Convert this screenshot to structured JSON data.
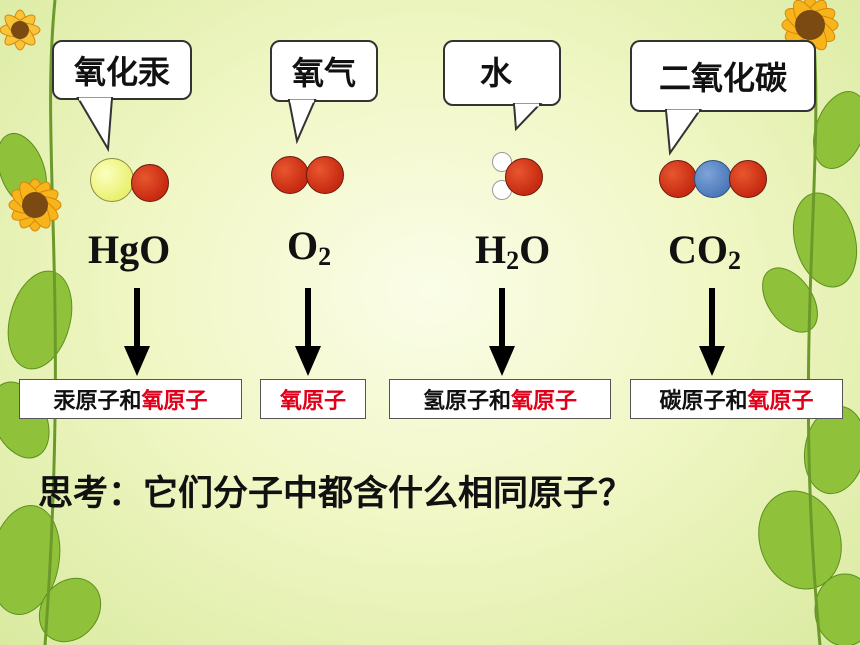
{
  "bubbles": [
    {
      "label": "氧化汞"
    },
    {
      "label": "氧气"
    },
    {
      "label": "水"
    },
    {
      "label": "二氧化碳"
    }
  ],
  "formulas": {
    "hgo": {
      "text": "HgO"
    },
    "o2": {
      "base": "O",
      "sub": "2"
    },
    "h2o": {
      "pre": "H",
      "sub": "2",
      "post": "O"
    },
    "co2": {
      "base": "CO",
      "sub": "2"
    }
  },
  "boxes": [
    {
      "black": "汞原子和",
      "red": "氧原子"
    },
    {
      "black": "",
      "red": "氧原子"
    },
    {
      "black": "氢原子和",
      "red": "氧原子"
    },
    {
      "black": "碳原子和",
      "red": "氧原子"
    }
  ],
  "question": "思考：它们分子中都含什么相同原子？",
  "colors": {
    "oxygen": "#c62a10",
    "mercury": "#e9f06a",
    "hydrogen": "#ffffff",
    "carbon": "#4a76b8",
    "highlight": "#e0001a"
  },
  "icons": [
    "sunflower-icon",
    "leaf-icon",
    "arrow-down-icon"
  ]
}
